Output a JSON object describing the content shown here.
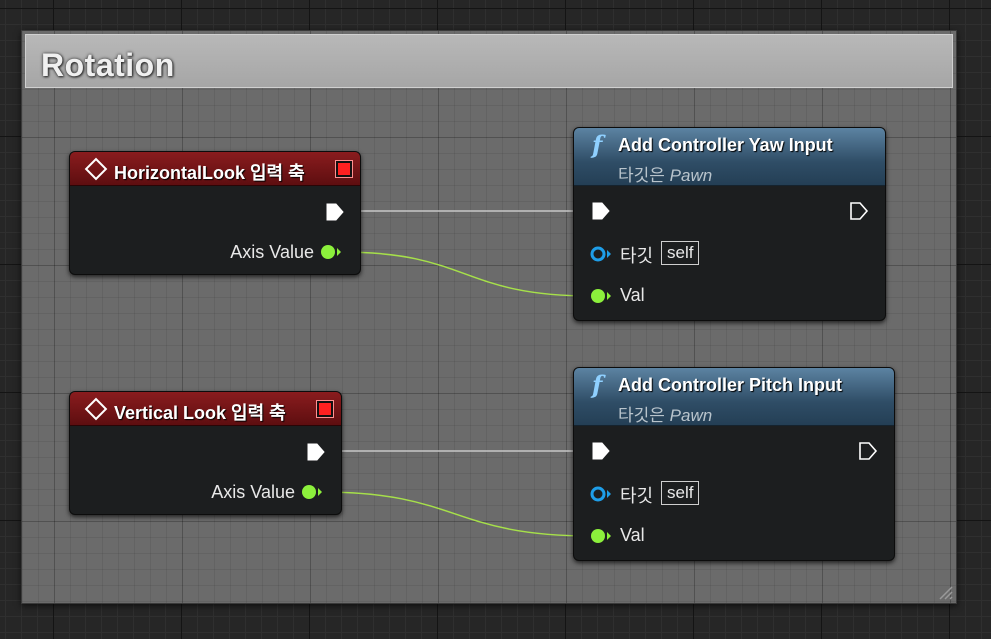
{
  "comment": {
    "title": "Rotation"
  },
  "nodes": [
    {
      "title": "HorizontalLook 입력 축",
      "axis_label": "Axis Value"
    },
    {
      "title": "Vertical Look 입력 축",
      "axis_label": "Axis Value"
    },
    {
      "title": "Add Controller Yaw Input",
      "subtitle_prefix": "타깃은",
      "subtitle_target": "Pawn",
      "target_label": "타깃",
      "target_default": "self",
      "val_label": "Val"
    },
    {
      "title": "Add Controller Pitch Input",
      "subtitle_prefix": "타깃은",
      "subtitle_target": "Pawn",
      "target_label": "타깃",
      "target_default": "self",
      "val_label": "Val"
    }
  ],
  "icons": {
    "event": "diamond-icon",
    "function": "function-f-icon",
    "exec": "exec-pin-icon",
    "float": "float-pin-icon",
    "object": "object-pin-icon",
    "delegate": "delegate-pin-icon"
  },
  "colors": {
    "event_header": "#8a1c1e",
    "function_header": "#2f4d66",
    "float_pin": "#8cf03c",
    "object_pin": "#1e9ee8",
    "exec_wire": "#c8c8c8",
    "float_wire": "#a6e04a"
  }
}
